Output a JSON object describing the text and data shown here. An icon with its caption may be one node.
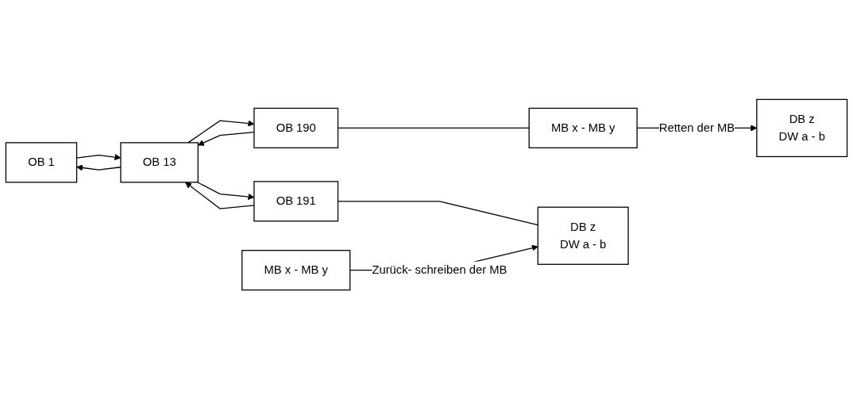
{
  "diagram": {
    "nodes": [
      {
        "text": [
          "OB 1"
        ]
      },
      {
        "text": [
          "OB 13"
        ]
      },
      {
        "text": [
          "OB 190"
        ]
      },
      {
        "text": [
          "MB x - MB y"
        ]
      },
      {
        "text": [
          "DB z",
          "DW a - b"
        ]
      },
      {
        "text": [
          "OB 191"
        ]
      },
      {
        "text": [
          "DB z",
          "DW a - b"
        ]
      },
      {
        "text": [
          "MB x - MB y"
        ]
      }
    ],
    "edges": [
      {
        "from": 0,
        "to": 1,
        "arrow": "to"
      },
      {
        "from": 1,
        "to": 0,
        "arrow": "to"
      },
      {
        "from": 1,
        "to": 2,
        "arrow": "to"
      },
      {
        "from": 2,
        "to": 1,
        "arrow": "to"
      },
      {
        "from": 2,
        "to": 3,
        "arrow": "none"
      },
      {
        "from": 3,
        "to": 4,
        "arrow": "to",
        "label": "Retten der MB"
      },
      {
        "from": 1,
        "to": 5,
        "arrow": "to"
      },
      {
        "from": 5,
        "to": 1,
        "arrow": "to"
      },
      {
        "from": 5,
        "to": 6,
        "arrow": "none"
      },
      {
        "from": 7,
        "to": 6,
        "arrow": "to",
        "label": "Zurück- schreiben der MB"
      }
    ]
  }
}
